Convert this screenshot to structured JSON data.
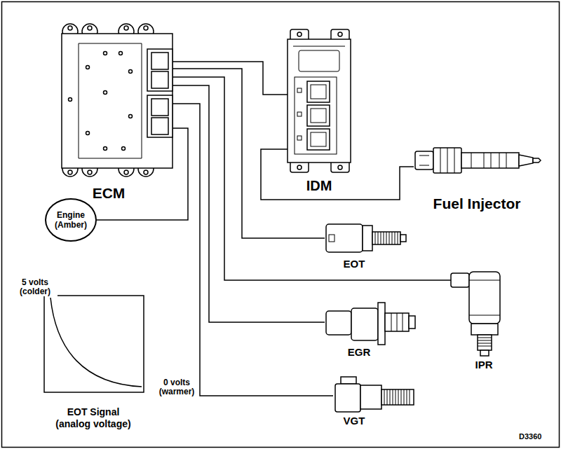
{
  "diagram": {
    "nodes": [
      {
        "text": [
          "ECM"
        ]
      },
      {
        "text": [
          "IDM"
        ]
      },
      {
        "text": [
          "Fuel Injector"
        ]
      },
      {
        "text": [
          "Engine (Amber)"
        ]
      },
      {
        "text": [
          "EOT"
        ]
      },
      {
        "text": [
          "IPR"
        ]
      },
      {
        "text": [
          "EGR"
        ]
      },
      {
        "text": [
          "VGT"
        ]
      }
    ],
    "edges": [
      {
        "from": 0,
        "to": 1,
        "arrow": "none"
      },
      {
        "from": 1,
        "to": 2,
        "arrow": "none"
      },
      {
        "from": 0,
        "to": 3,
        "arrow": "none"
      },
      {
        "from": 0,
        "to": 4,
        "arrow": "none"
      },
      {
        "from": 0,
        "to": 5,
        "arrow": "none"
      },
      {
        "from": 0,
        "to": 6,
        "arrow": "none"
      },
      {
        "from": 0,
        "to": 7,
        "arrow": "none"
      }
    ],
    "labels": [
      "5 volts (colder)",
      "0 volts (warmer)",
      "EOT Signal (analog voltage)",
      "D3360"
    ]
  }
}
